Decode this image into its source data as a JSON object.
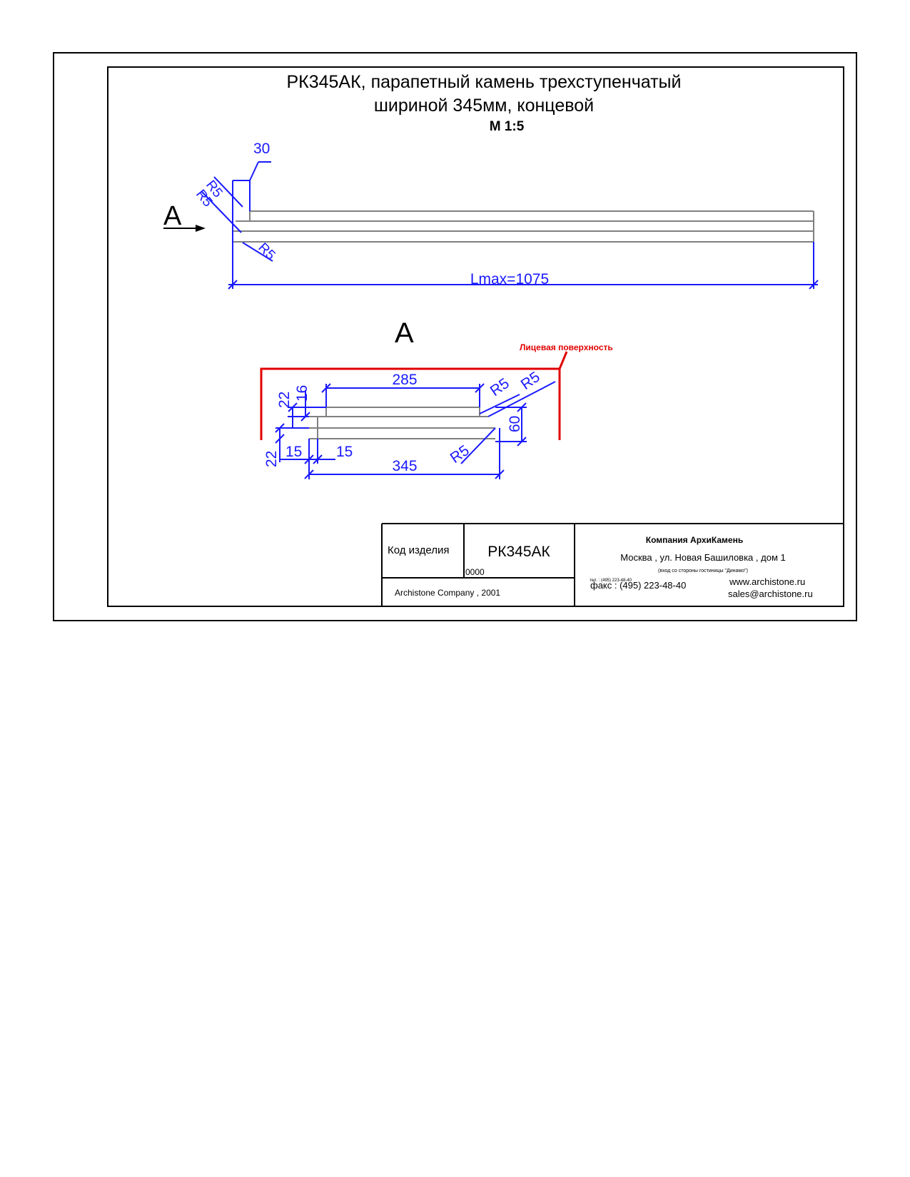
{
  "title": {
    "line1": "РК345АК, парапетный камень трехступенчатый",
    "line2": "шириной 345мм, концевой",
    "scale": "М 1:5"
  },
  "view_marker": "A",
  "section_label": "A",
  "face_label": "Лицевая поверхность",
  "dimensions": {
    "top_width": "30",
    "radius": "R5",
    "length": "Lmax=1075",
    "d285": "285",
    "d345": "345",
    "d22": "22",
    "d16": "16",
    "d15": "15",
    "d60": "60"
  },
  "title_block": {
    "code_label": "Код изделия",
    "code_value": "РК345АК",
    "code_number": "0000",
    "copyright": "Archistone  Company ,  2001",
    "company": "Компания  АрхиКамень",
    "address": "Москва , ул. Новая Башиловка , дом 1",
    "address_note": "(вход со стороны гостиницы \"Динамо\")",
    "phone_small": "тел. : (495) 223-48-40",
    "fax": "факс : (495) 223-48-40",
    "website": "www.archistone.ru",
    "email": "sales@archistone.ru"
  },
  "colors": {
    "dimension": "#1a1aff",
    "face_surface": "#e00000",
    "outline": "#000000",
    "part_line": "#808080"
  }
}
